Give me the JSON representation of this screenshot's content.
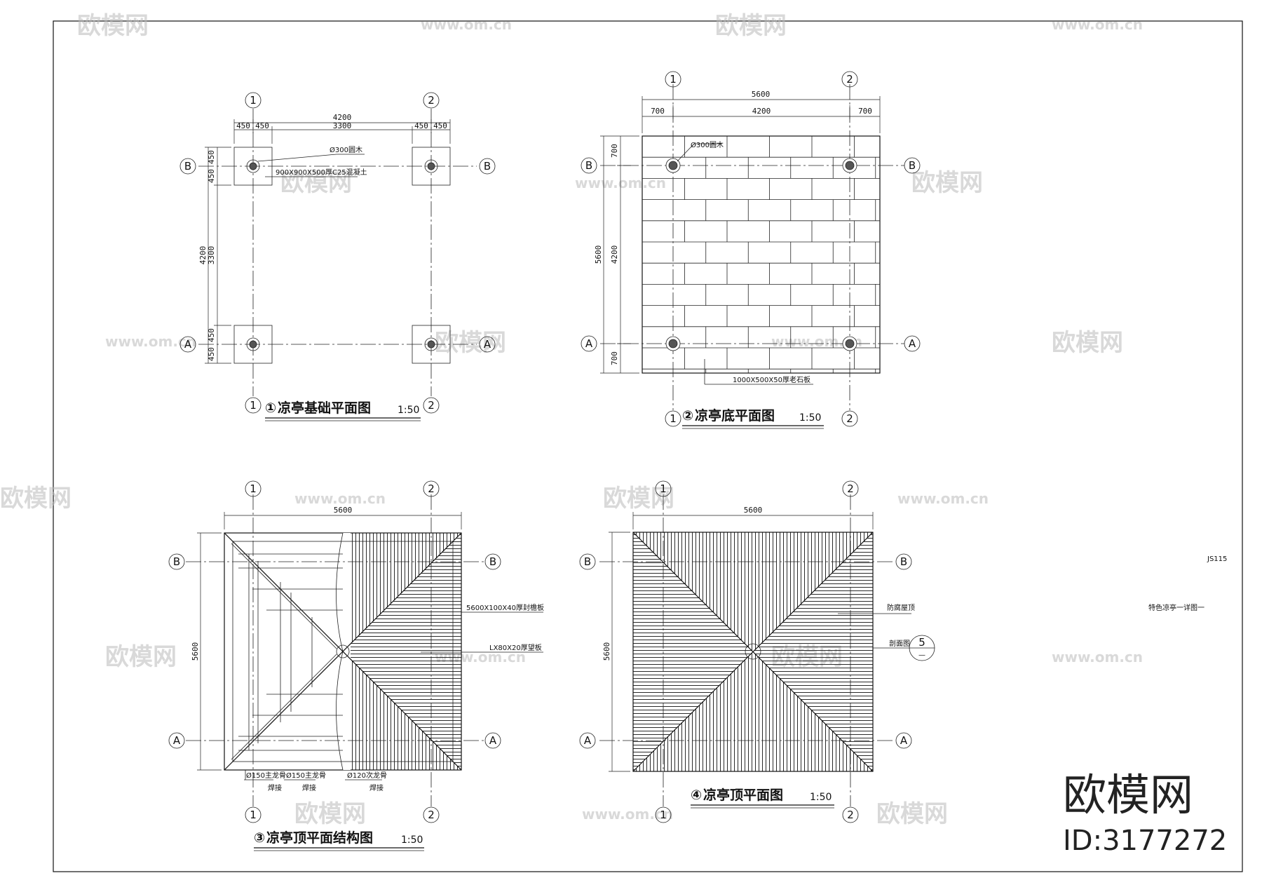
{
  "drawings": [
    {
      "num": "①",
      "title": "凉亭基础平面图",
      "scale": "1:50"
    },
    {
      "num": "②",
      "title": "凉亭底平面图",
      "scale": "1:50"
    },
    {
      "num": "③",
      "title": "凉亭顶平面结构图",
      "scale": "1:50"
    },
    {
      "num": "④",
      "title": "凉亭顶平面图",
      "scale": "1:50"
    }
  ],
  "grid_labels": {
    "col1": "1",
    "col2": "2",
    "row_a": "A",
    "row_b": "B"
  },
  "dims": {
    "d4200": "4200",
    "d450": "450",
    "d3300": "3300",
    "d5600": "5600",
    "d700": "700"
  },
  "annotations": {
    "round_wood": "Ø300圆木",
    "footing": "900X900X500厚C25混凝土",
    "slab": "1000X500X50厚老石板",
    "board1": "5600X100X40厚封檐板",
    "board2": "LX80X20厚望板",
    "pipe1": "Ø150主龙骨",
    "pipe2": "Ø150主龙骨",
    "pipe3": "Ø120次龙骨",
    "weld1": "焊接",
    "weld2": "焊接",
    "weld3": "焊接",
    "roof_material": "防腐屋顶",
    "section_label": "剖面图",
    "section_num": "5",
    "section_sub": "—"
  },
  "sheet": {
    "code": "JS115",
    "name": "特色凉亭一详图一"
  },
  "brand": {
    "name": "欧模网",
    "id": "ID:3177272"
  },
  "watermark": {
    "cn": "欧模网",
    "url": "www.om.cn"
  }
}
